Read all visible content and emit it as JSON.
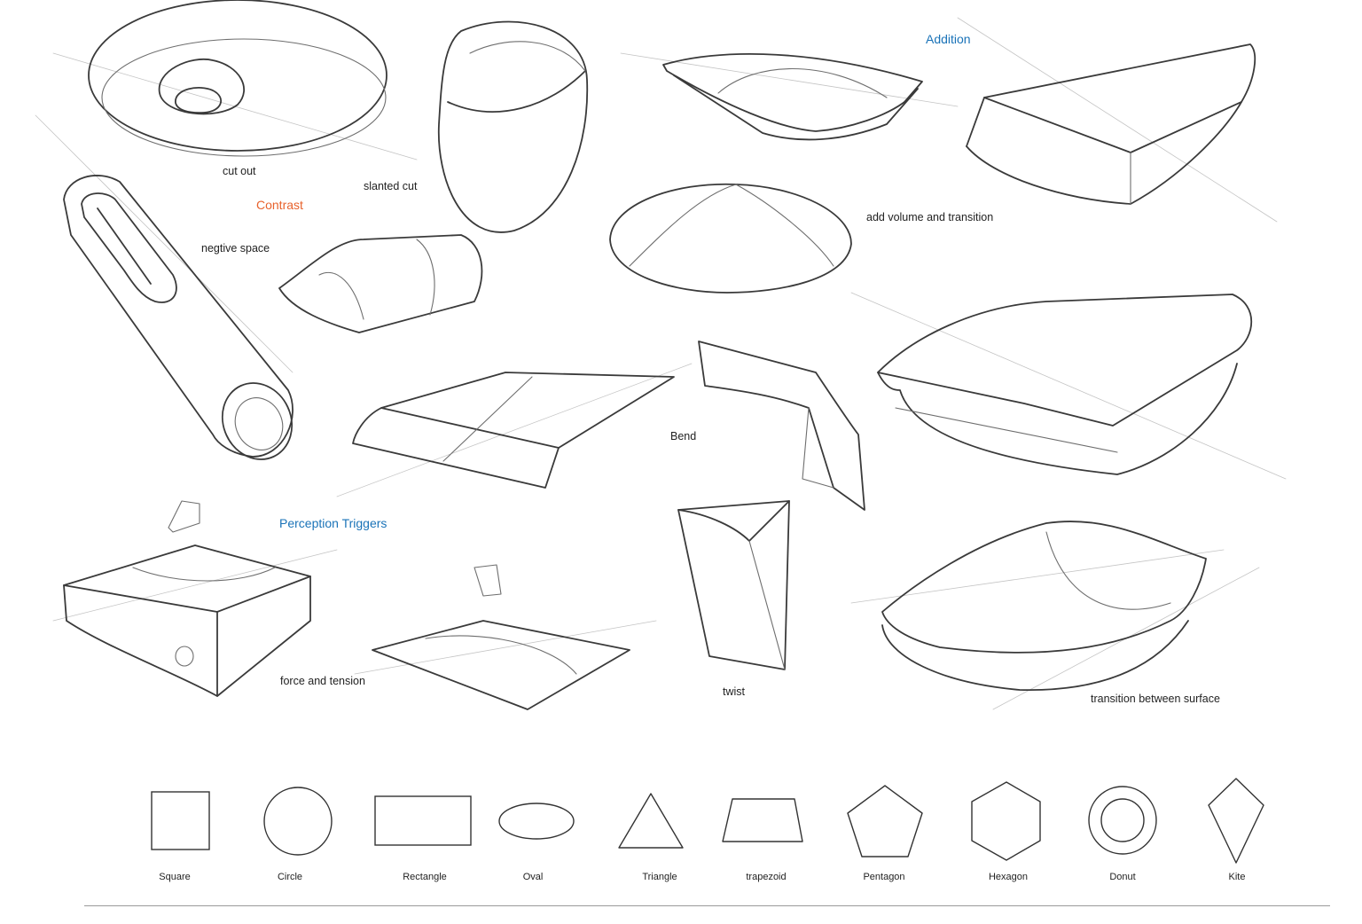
{
  "headings": {
    "addition": "Addition",
    "contrast": "Contrast",
    "perception": "Perception Triggers"
  },
  "colors": {
    "blue_heading": "#1a73b8",
    "orange_heading": "#e8622c"
  },
  "labels": {
    "cut_out": "cut out",
    "slanted_cut": "slanted cut",
    "negative_space": "negtive space",
    "add_volume": "add volume and transition",
    "bend": "Bend",
    "force_tension": "force and tension",
    "twist": "twist",
    "transition_surface": "transition between surface"
  },
  "shapes": [
    {
      "name": "Square",
      "icon": "square-icon"
    },
    {
      "name": "Circle",
      "icon": "circle-icon"
    },
    {
      "name": "Rectangle",
      "icon": "rectangle-icon"
    },
    {
      "name": "Oval",
      "icon": "oval-icon"
    },
    {
      "name": "Triangle",
      "icon": "triangle-icon"
    },
    {
      "name": "trapezoid",
      "icon": "trapezoid-icon"
    },
    {
      "name": "Pentagon",
      "icon": "pentagon-icon"
    },
    {
      "name": "Hexagon",
      "icon": "hexagon-icon"
    },
    {
      "name": "Donut",
      "icon": "donut-icon"
    },
    {
      "name": "Kite",
      "icon": "kite-icon"
    }
  ]
}
